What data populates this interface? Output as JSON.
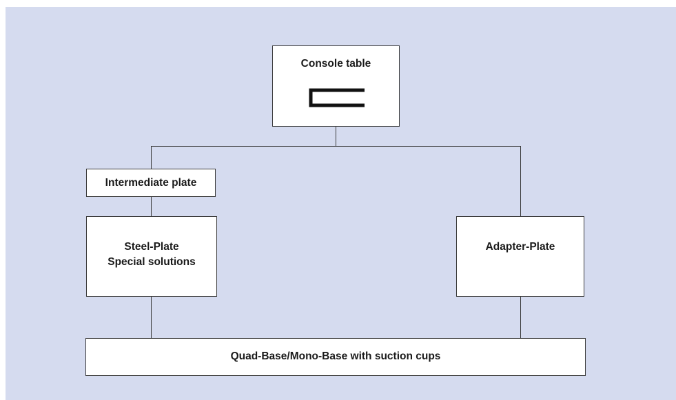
{
  "diagram": {
    "console": {
      "label": "Console table",
      "icon": "bracket-icon"
    },
    "intermediate": {
      "label": "Intermediate plate"
    },
    "steel": {
      "line1": "Steel-Plate",
      "line2": "Special solutions"
    },
    "adapter": {
      "label": "Adapter-Plate"
    },
    "base": {
      "label": "Quad-Base/Mono-Base with suction cups"
    }
  },
  "colors": {
    "background": "#d5dbef",
    "box_fill": "#ffffff",
    "line": "#3a3a3a"
  }
}
